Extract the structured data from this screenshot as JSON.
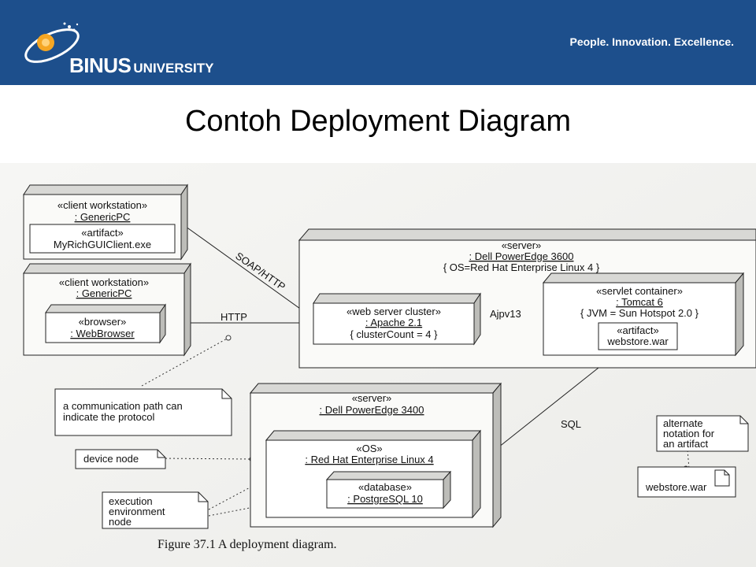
{
  "header": {
    "logo_text": "BINUS",
    "logo_suffix": "UNIVERSITY",
    "tagline": "People. Innovation. Excellence."
  },
  "slide": {
    "title": "Contoh Deployment Diagram"
  },
  "diagram": {
    "client1": {
      "stereotype": "«client workstation»",
      "name": ": GenericPC",
      "artifact_stereotype": "«artifact»",
      "artifact_name": "MyRichGUIClient.exe"
    },
    "client2": {
      "stereotype": "«client workstation»",
      "name": ": GenericPC",
      "browser_stereotype": "«browser»",
      "browser_name": ": WebBrowser"
    },
    "server1": {
      "stereotype": "«server»",
      "name": ": Dell PowerEdge 3600",
      "props": "{ OS=Red Hat Enterprise Linux 4 }"
    },
    "webcluster": {
      "stereotype": "«web server cluster»",
      "name": ": Apache 2.1",
      "props": "{ clusterCount = 4 }"
    },
    "servlet": {
      "stereotype": "«servlet container»",
      "name": ": Tomcat 6",
      "props": "{ JVM = Sun Hotspot 2.0 }",
      "artifact_stereotype": "«artifact»",
      "artifact_name": "webstore.war"
    },
    "server2": {
      "stereotype": "«server»",
      "name": ": Dell PowerEdge 3400"
    },
    "os": {
      "stereotype": "«OS»",
      "name": ": Red Hat Enterprise Linux 4"
    },
    "database": {
      "stereotype": "«database»",
      "name": ": PostgreSQL 10"
    },
    "paths": {
      "soap": "SOAP/HTTP",
      "http": "HTTP",
      "ajp": "Ajpv13",
      "sql": "SQL"
    },
    "notes": {
      "comm_line1": "a communication path can",
      "comm_line2": "indicate the protocol",
      "device_node": "device node",
      "exec_line1": "execution",
      "exec_line2": "environment",
      "exec_line3": "node",
      "alt_line1": "alternate",
      "alt_line2": "notation for",
      "alt_line3": "an artifact"
    },
    "artifact_icon_label": "webstore.war",
    "caption": "Figure 37.1  A deployment diagram."
  }
}
